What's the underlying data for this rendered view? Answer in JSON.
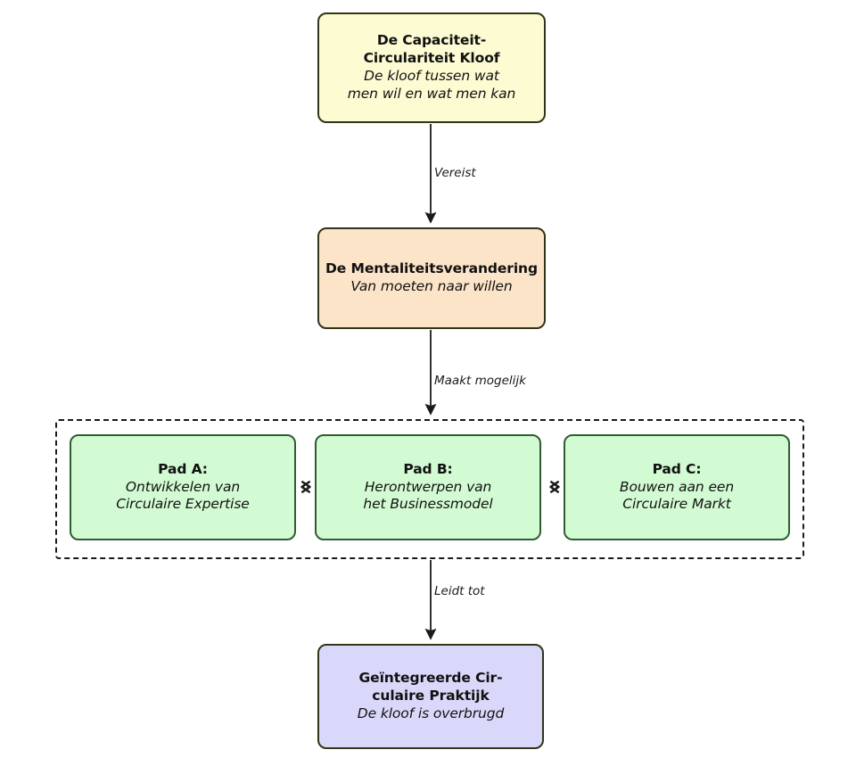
{
  "diagram": {
    "title": "De Capaciteit-Circulariteit Kloof",
    "language": "nl",
    "background": "#ffffff",
    "nodes": [
      {
        "id": "gap",
        "title_line1": "De Capaciteit-",
        "title_line2": "Circulariteit Kloof",
        "subtitle_line1": "De kloof tussen wat",
        "subtitle_line2": "men wil en wat men kan",
        "fill": "#FCFBD2",
        "stroke": "#33331a"
      },
      {
        "id": "mindset",
        "title_line1": "De Mentaliteitsverandering",
        "subtitle_line1": "Van moeten naar willen",
        "fill": "#FCE4C8",
        "stroke": "#33331a"
      },
      {
        "id": "path-a",
        "title_line1": "Pad A:",
        "subtitle_line1": "Ontwikkelen van",
        "subtitle_line2": "Circulaire Expertise",
        "fill": "#D3FBD3",
        "stroke": "#2f5c33"
      },
      {
        "id": "path-b",
        "title_line1": "Pad B:",
        "subtitle_line1": "Herontwerpen van",
        "subtitle_line2": "het Businessmodel",
        "fill": "#D3FBD3",
        "stroke": "#2f5c33"
      },
      {
        "id": "path-c",
        "title_line1": "Pad C:",
        "subtitle_line1": "Bouwen aan een",
        "subtitle_line2": "Circulaire Markt",
        "fill": "#D3FBD3",
        "stroke": "#2f5c33"
      },
      {
        "id": "result",
        "title_line1": "Geïntegreerde Cir-",
        "title_line2": "culaire Praktijk",
        "subtitle_line1": "De kloof is overbrugd",
        "fill": "#D9D8FB",
        "stroke": "#33331a"
      }
    ],
    "edges": [
      {
        "id": "gap-to-mindset",
        "label": "Vereist",
        "style": "solid",
        "arrow": "single"
      },
      {
        "id": "mindset-to-paths",
        "label": "Maakt mogelijk",
        "style": "solid",
        "arrow": "single"
      },
      {
        "id": "paths-to-result",
        "label": "Leidt tot",
        "style": "solid",
        "arrow": "single"
      },
      {
        "id": "path-a-to-path-b",
        "label": "",
        "style": "dashed",
        "arrow": "double"
      },
      {
        "id": "path-b-to-path-c",
        "label": "",
        "style": "dashed",
        "arrow": "double"
      }
    ],
    "group": {
      "id": "paths-group",
      "style": "dashed",
      "stroke": "#1a1a1a"
    }
  }
}
